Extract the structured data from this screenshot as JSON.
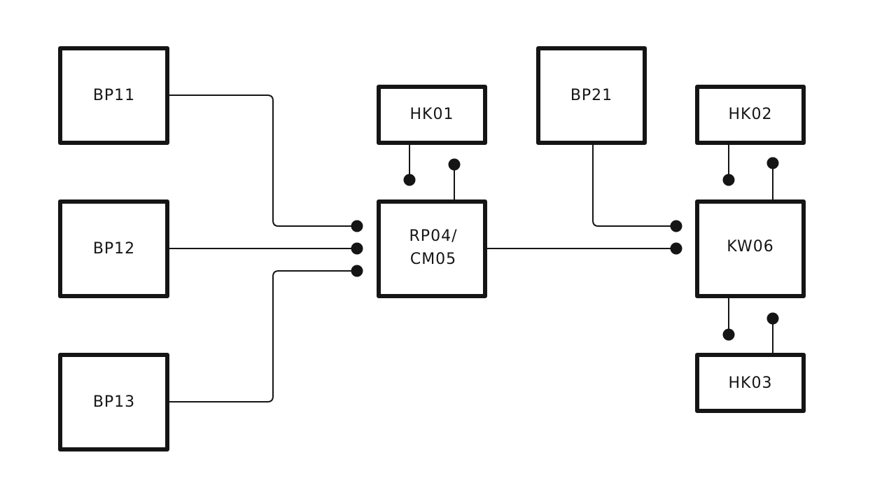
{
  "colors": {
    "stroke": "#151515",
    "background": "#ffffff"
  },
  "nodes": {
    "bp11": {
      "label": "BP11"
    },
    "bp12": {
      "label": "BP12"
    },
    "bp13": {
      "label": "BP13"
    },
    "hk01": {
      "label": "HK01"
    },
    "rp04": {
      "line1": "RP04/",
      "line2": "CM05"
    },
    "bp21": {
      "label": "BP21"
    },
    "hk02": {
      "label": "HK02"
    },
    "kw06": {
      "label": "KW06"
    },
    "hk03": {
      "label": "HK03"
    }
  }
}
